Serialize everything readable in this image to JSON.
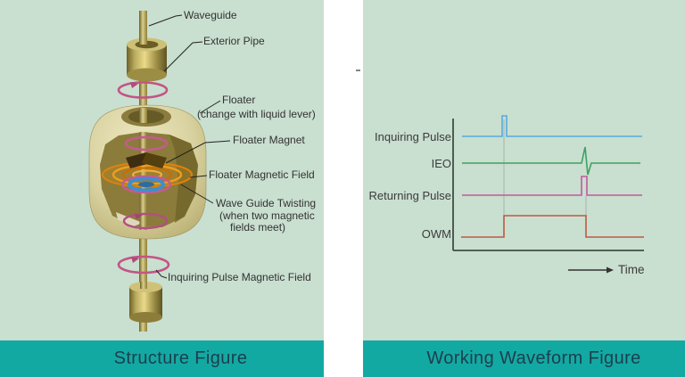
{
  "left_panel": {
    "title": "Structure Figure",
    "labels": {
      "waveguide": "Waveguide",
      "exterior_pipe": "Exterior Pipe",
      "floater": "Floater",
      "floater_note": "(change with liquid lever)",
      "floater_magnet": "Floater Magnet",
      "floater_magnetic_field": "Floater Magnetic Field",
      "twisting_line1": "Wave Guide Twisting",
      "twisting_line2": "(when two magnetic",
      "twisting_line3": "fields meet)",
      "inquiring_field": "Inquiring Pulse Magnetic Field"
    }
  },
  "right_panel": {
    "title": "Working Waveform Figure",
    "time_label": "Time"
  },
  "chart_data": {
    "type": "line",
    "title": "Working Waveform Figure",
    "xlabel": "Time",
    "legend_position": "left",
    "grid": false,
    "axis": {
      "x": 101,
      "top": 133,
      "bottom": 281,
      "right": 315
    },
    "series": [
      {
        "name": "Inquiring Pulse",
        "color": "#57abdf",
        "baseline": 153,
        "points": [
          [
            111,
            153
          ],
          [
            156,
            153
          ],
          [
            156,
            130
          ],
          [
            161,
            130
          ],
          [
            161,
            153
          ],
          [
            313,
            153
          ]
        ]
      },
      {
        "name": "IEO",
        "color": "#3ca263",
        "baseline": 183,
        "points": [
          [
            111,
            183
          ],
          [
            241,
            183
          ],
          [
            245,
            183
          ],
          [
            249,
            165
          ],
          [
            252,
            196
          ],
          [
            256,
            183
          ],
          [
            311,
            183
          ]
        ]
      },
      {
        "name": "Returning Pulse",
        "color": "#c25a9e",
        "baseline": 219,
        "points": [
          [
            111,
            219
          ],
          [
            245,
            219
          ],
          [
            245,
            198
          ],
          [
            251,
            198
          ],
          [
            251,
            219
          ],
          [
            313,
            219
          ]
        ]
      },
      {
        "name": "OWM",
        "color": "#bd5943",
        "baseline": 266,
        "points": [
          [
            110,
            266
          ],
          [
            158,
            266
          ],
          [
            158,
            242
          ],
          [
            250,
            242
          ],
          [
            250,
            266
          ],
          [
            315,
            266
          ]
        ]
      }
    ],
    "ref_lines": [
      {
        "x": 158,
        "y1": 134,
        "y2": 242
      },
      {
        "x": 250,
        "y1": 220,
        "y2": 242
      }
    ]
  },
  "colors": {
    "background": "#c9dfd0",
    "banner": "#13a9a3",
    "banner_text": "#1d3e4e",
    "label_text": "#3b3b3b",
    "axis": "#3e4e44",
    "ref_line": "#a5b4a8",
    "gold": "#b9a95c",
    "pink_ring": "#c25585",
    "orange_field": "#e8920f",
    "blue_ring": "#3e8ecf"
  }
}
